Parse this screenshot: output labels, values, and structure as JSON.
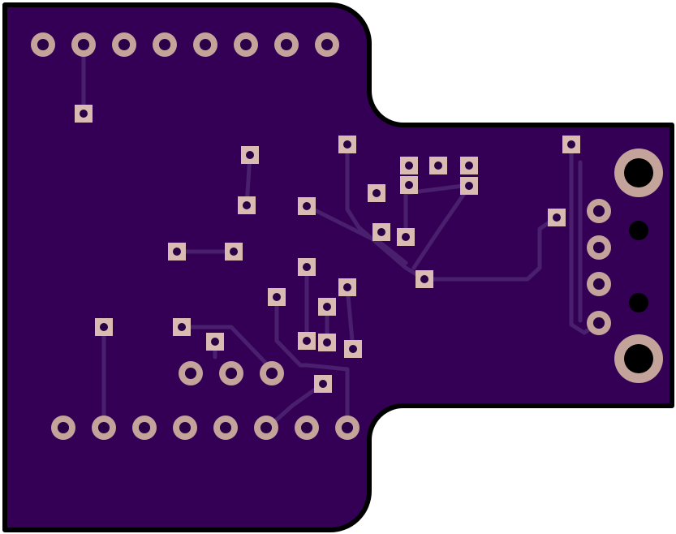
{
  "board": {
    "colors": {
      "background": "#ffffff",
      "outline": "#000000",
      "substrate": "#330055",
      "trace": "#4a1f6e",
      "pad": "#c4a39a",
      "via": "#d9bbb1",
      "drill": "#2a0046",
      "hole": "#000000"
    },
    "components": {
      "top_header": {
        "pins": 8,
        "description": "pin-header"
      },
      "bottom_header": {
        "pins": 8,
        "description": "pin-header"
      },
      "middle_header": {
        "pins": 3,
        "description": "pin-header"
      },
      "usb_connector": {
        "pins": 4,
        "mounting_holes": 2,
        "locating_holes": 2
      }
    },
    "vias": 29
  }
}
